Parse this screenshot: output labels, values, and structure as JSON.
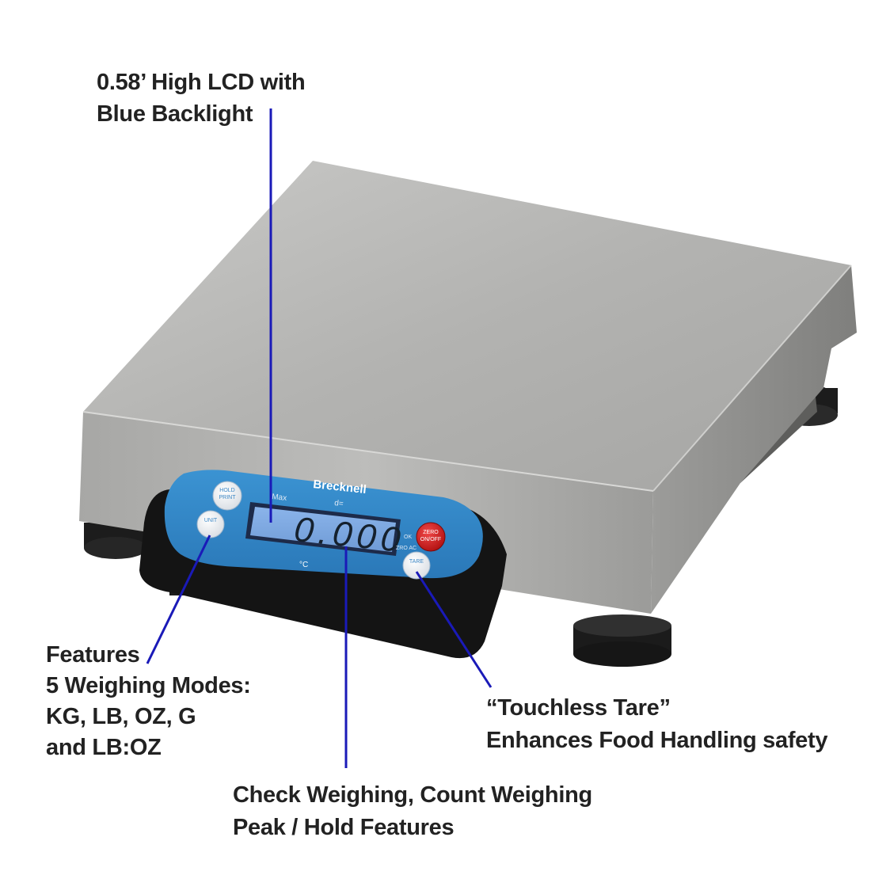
{
  "callouts": {
    "lcd": [
      "0.58’ High LCD with",
      "Blue Backlight"
    ],
    "modes": [
      "Features",
      "5 Weighing Modes:",
      "KG, LB, OZ, G",
      "and LB:OZ"
    ],
    "tare": [
      "“Touchless Tare”",
      "Enhances Food Handling safety"
    ],
    "check": [
      "Check Weighing, Count Weighing",
      "Peak / Hold  Features"
    ]
  },
  "display": {
    "brand": "Brecknell",
    "reading": "0.000",
    "max_label": "Max",
    "d_label": "d=",
    "ok_label": "OK",
    "zero_ac_label": "ZRO AC"
  },
  "buttons": {
    "hold_print": [
      "HOLD",
      "PRINT"
    ],
    "unit": "UNIT",
    "zero_onoff": [
      "ZERO",
      "ON/OFF"
    ],
    "tare": "TARE"
  },
  "colors": {
    "leader_line": "#1a1ab8",
    "panel_blue": "#2f86c7",
    "lcd_blue": "#7ea9e0",
    "zero_button": "#d42020",
    "stainless": "#b9b9b7"
  }
}
